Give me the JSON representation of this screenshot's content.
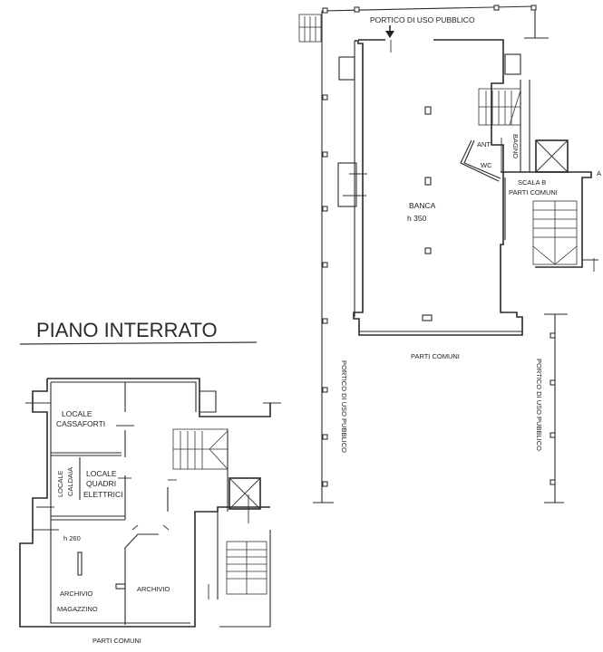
{
  "floor_plan": {
    "upper_plan": {
      "labels": {
        "portico_top": "PORTICO DI USO PUBBLICO",
        "banca": "BANCA",
        "banca_height": "h 350",
        "ant": "ANT",
        "bagno": "BAGNO",
        "wc": "WC",
        "scala_b": "SCALA B",
        "scala_b_parti_comuni": "PARTI COMUNI",
        "parti_comuni_bottom": "PARTI COMUNI",
        "portico_left": "PORTICO DI USO PUBBLICO",
        "portico_right": "PORTICO DI USO PUBBLICO",
        "edge_letter": "A"
      }
    },
    "basement_plan": {
      "title": "PIANO INTERRATO",
      "labels": {
        "locale_cassaforti_1": "LOCALE",
        "locale_cassaforti_2": "CASSAFORTI",
        "locale_caldaia_1": "LOCALE",
        "locale_caldaia_2": "CALDAIA",
        "locale_quadri_1": "LOCALE",
        "locale_quadri_2": "QUADRI",
        "locale_quadri_3": "ELETTRICI",
        "height": "h 260",
        "archivio_magazzino_1": "ARCHIVIO",
        "archivio_magazzino_2": "MAGAZZINO",
        "archivio": "ARCHIVIO",
        "parti_comuni": "PARTI COMUNI"
      }
    }
  }
}
